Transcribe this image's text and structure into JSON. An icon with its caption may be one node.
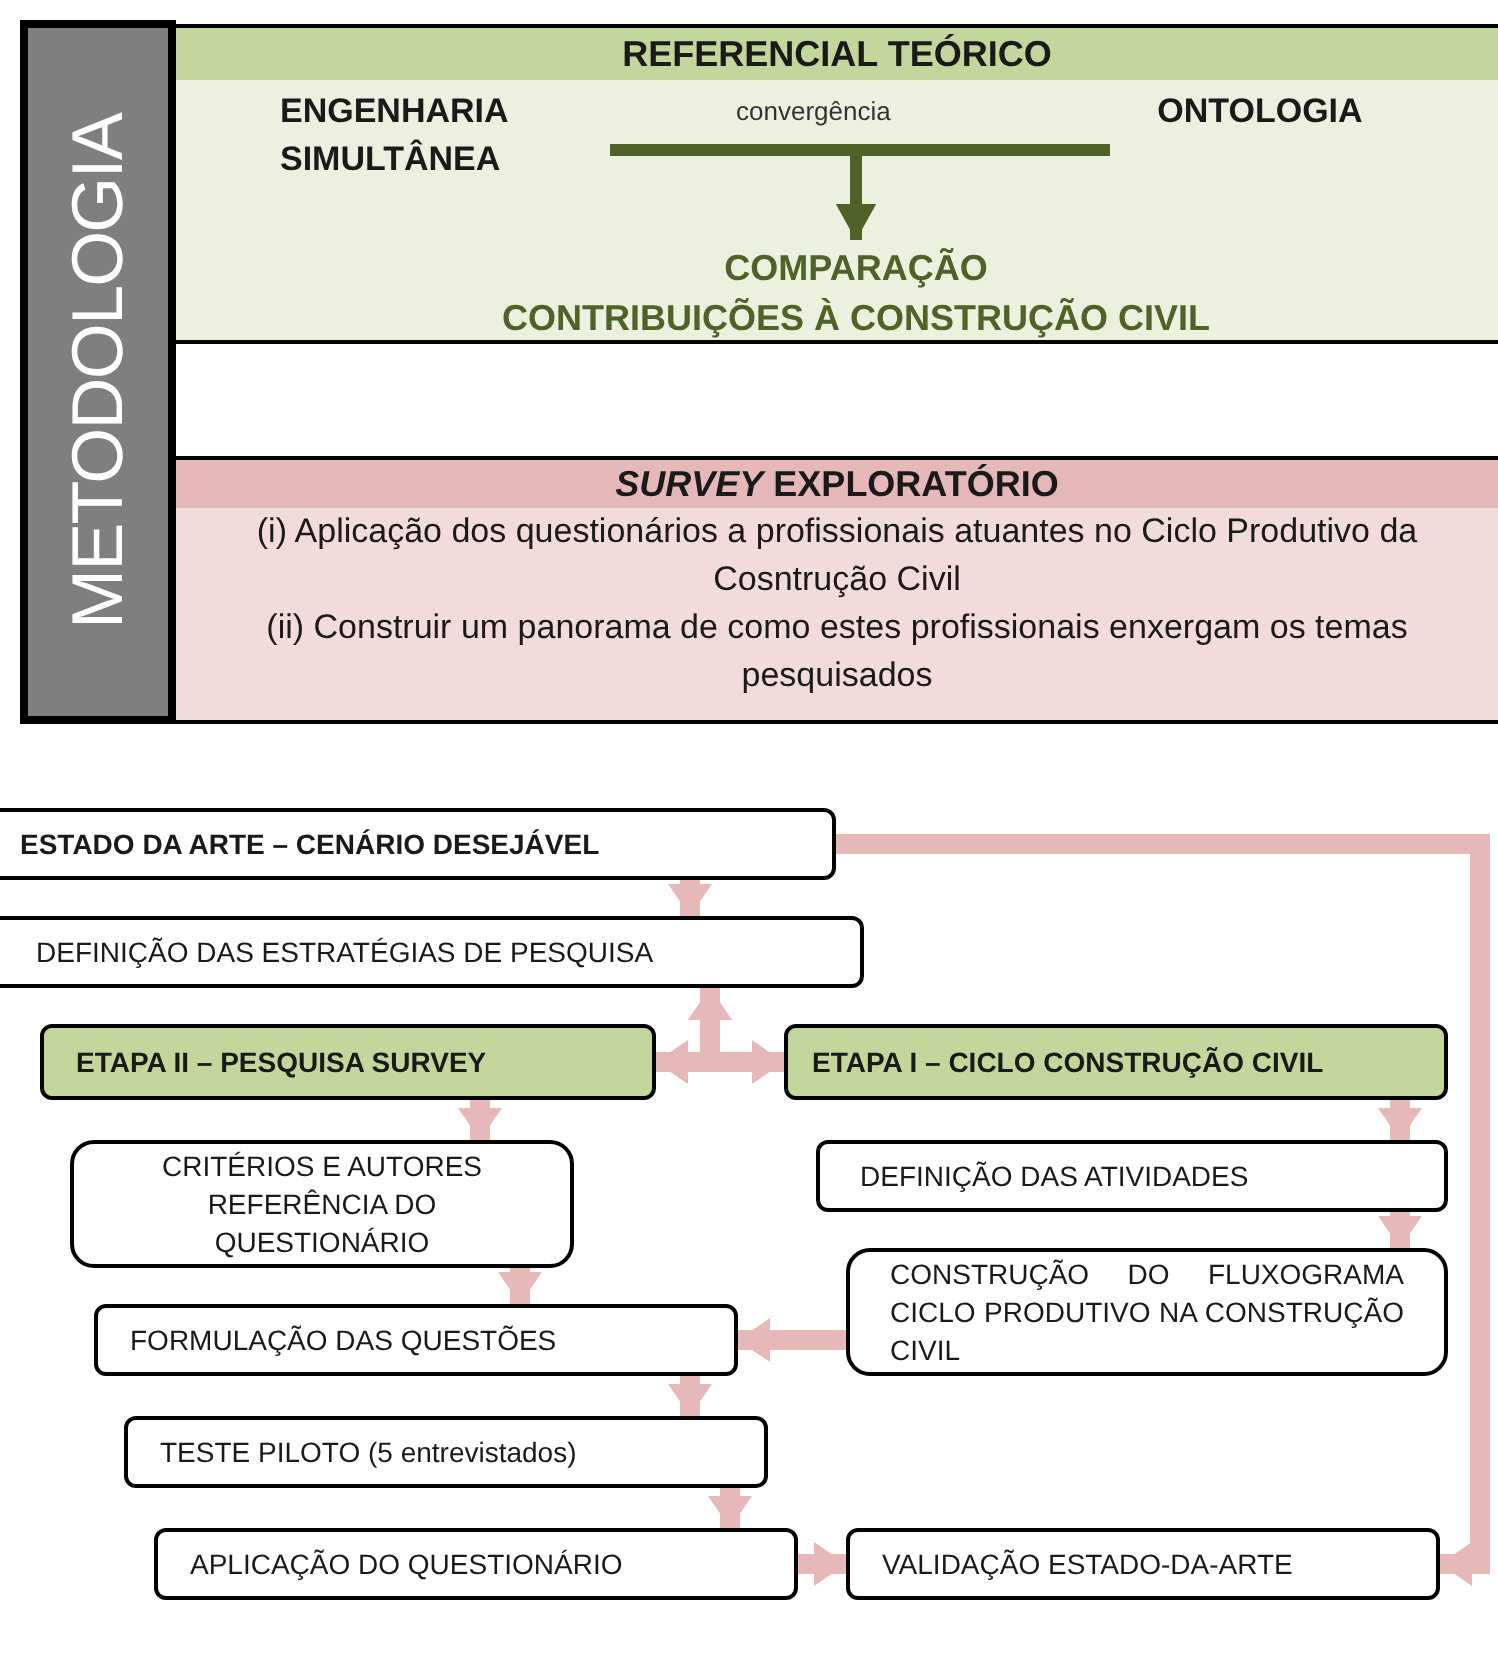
{
  "diagram": {
    "nodes": [
      {
        "text": [
          "METODOLOGIA"
        ]
      },
      {
        "text": [
          "REFERENCIAL TEÓRICO"
        ]
      },
      {
        "text": [
          "ENGENHARIA SIMULTÂNEA"
        ],
        "in": 1
      },
      {
        "text": [
          "ONTOLOGIA"
        ],
        "in": 1
      },
      {
        "text": [
          "COMPARAÇÃO",
          "CONTRIBUIÇÕES À CONSTRUÇÃO CIVIL"
        ],
        "in": 1
      },
      {
        "text": [
          "*SURVEY* EXPLORATÓRIO",
          "(i) Aplicação dos questionários a profissionais atuantes no Ciclo Produtivo da Cosntrução Civil",
          "(ii) Construir um panorama de como estes profissionais enxergam os temas pesquisados"
        ]
      },
      {
        "text": [
          "ESTADO DA ARTE – CENÁRIO DESEJÁVEL"
        ]
      },
      {
        "text": [
          "DEFINIÇÃO DAS ESTRATÉGIAS DE PESQUISA"
        ]
      },
      {
        "text": [
          "ETAPA II – PESQUISA SURVEY"
        ]
      },
      {
        "text": [
          "ETAPA I – CICLO CONSTRUÇÃO CIVIL"
        ]
      },
      {
        "text": [
          "CRITÉRIOS E AUTORES REFERÊNCIA DO QUESTIONÁRIO"
        ]
      },
      {
        "text": [
          "DEFINIÇÃO DAS ATIVIDADES"
        ]
      },
      {
        "text": [
          "CONSTRUÇÃO DO FLUXOGRAMA CICLO PRODUTIVO NA CONSTRUÇÃO CIVIL"
        ]
      },
      {
        "text": [
          "FORMULAÇÃO DAS QUESTÕES"
        ]
      },
      {
        "text": [
          "TESTE PILOTO (5 entrevistados)"
        ]
      },
      {
        "text": [
          "APLICAÇÃO DO QUESTIONÁRIO"
        ]
      },
      {
        "text": [
          "VALIDAÇÃO ESTADO-DA-ARTE"
        ]
      }
    ],
    "edges": [
      {
        "from": 2,
        "to": 4,
        "arrow": "to",
        "color": "#4f6228"
      },
      {
        "from": 3,
        "to": 4,
        "arrow": "to",
        "color": "#4f6228"
      },
      {
        "from": 6,
        "to": 7,
        "arrow": "to"
      },
      {
        "from": 7,
        "to": 8,
        "arrow": "both"
      },
      {
        "from": 7,
        "to": 9,
        "arrow": "both"
      },
      {
        "from": 8,
        "to": 10,
        "arrow": "to"
      },
      {
        "from": 10,
        "to": 13,
        "arrow": "to"
      },
      {
        "from": 9,
        "to": 11,
        "arrow": "to"
      },
      {
        "from": 11,
        "to": 12,
        "arrow": "to"
      },
      {
        "from": 12,
        "to": 13,
        "arrow": "to"
      },
      {
        "from": 13,
        "to": 14,
        "arrow": "to"
      },
      {
        "from": 14,
        "to": 15,
        "arrow": "to"
      },
      {
        "from": 15,
        "to": 16,
        "arrow": "to"
      },
      {
        "from": 6,
        "to": 16,
        "arrow": "to"
      }
    ],
    "labels": [
      "convergência"
    ]
  }
}
